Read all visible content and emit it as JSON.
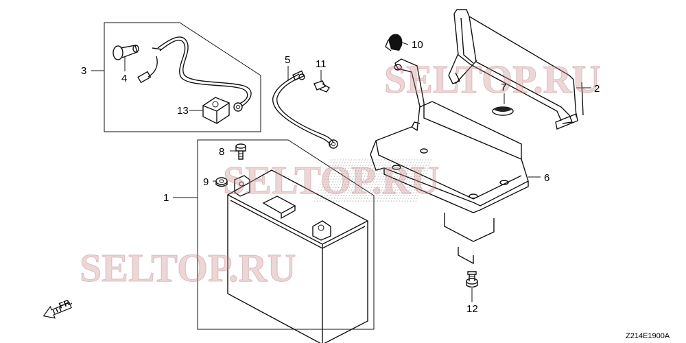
{
  "callouts": {
    "c1": "1",
    "c2": "2",
    "c3": "3",
    "c4": "4",
    "c5": "5",
    "c6": "6",
    "c7": "7",
    "c8": "8",
    "c9": "9",
    "c10": "10",
    "c11": "11",
    "c12": "12",
    "c13": "13"
  },
  "direction_label": "FR.",
  "diagram_code": "Z214E1900A",
  "watermark": "SELTOP.RU"
}
